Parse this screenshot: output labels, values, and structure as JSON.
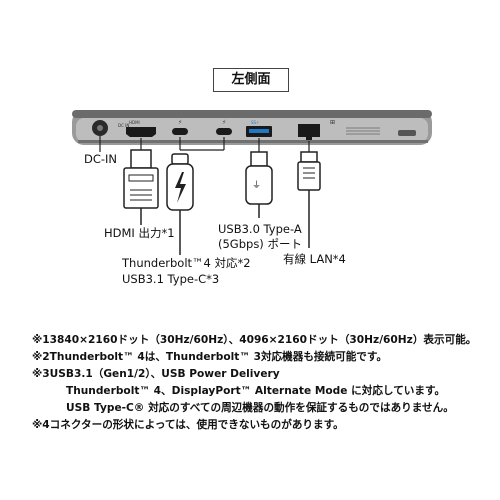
{
  "title": "左側面",
  "port_labels": {
    "dc_in": "DC-IN",
    "hdmi": "HDMI 出力*1",
    "thunderbolt_line1": "Thunderbolt™4 対応*2",
    "thunderbolt_line2": "USB3.1 Type-C*3",
    "usb_a_line1": "USB3.0 Type-A",
    "usb_a_line2": "(5Gbps) ポート",
    "lan": "有線 LAN*4"
  },
  "body_marks": {
    "dc": "DC IN",
    "hdmi": "HDMI",
    "ss": "SS⚡"
  },
  "notes": [
    {
      "mark": "※1",
      "text": "3840×2160ドット（30Hz/60Hz）、4096×2160ドット（30Hz/60Hz）表示可能。"
    },
    {
      "mark": "※2",
      "text": "Thunderbolt™ 4は、Thunderbolt™ 3対応機器も接続可能です。"
    },
    {
      "mark": "※3",
      "text": "USB3.1（Gen1/2）、USB Power Delivery"
    },
    {
      "mark": "",
      "text": "Thunderbolt™ 4、DisplayPort™ Alternate Mode に対応しています。"
    },
    {
      "mark": "",
      "text": "USB Type-C® 対応のすべての周辺機器の動作を保証するものではありません。"
    },
    {
      "mark": "※4",
      "text": "コネクターの形状によっては、使用できないものがあります。"
    }
  ],
  "colors": {
    "chassis": "#8c8c8c",
    "chassis_dark": "#4a4a4a",
    "usb_blue": "#1e78c8",
    "port_black": "#1a1a1a"
  }
}
